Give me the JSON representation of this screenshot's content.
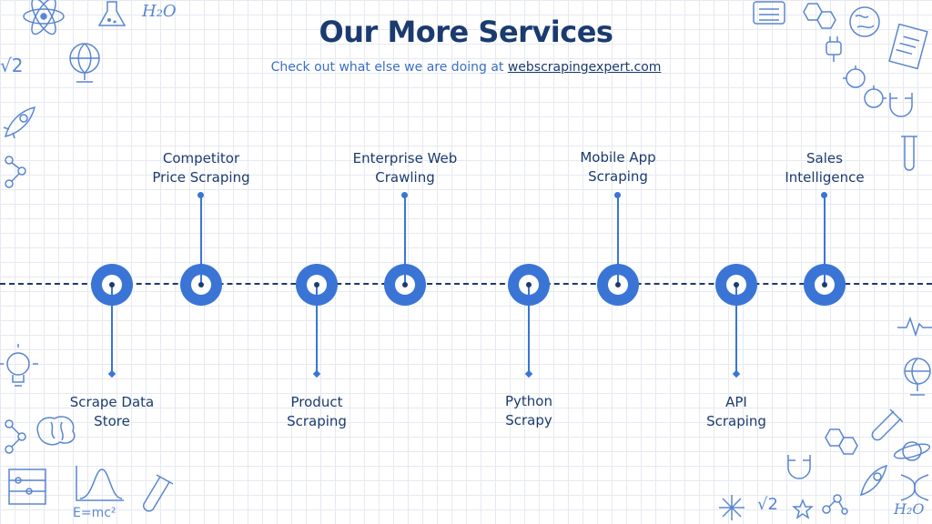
{
  "header": {
    "title": "Our More Services",
    "subtitle_prefix": "Check out what else we are doing at",
    "link_text": "webscrapingexpert.com"
  },
  "services_top": [
    {
      "line1": "Competitor",
      "line2": "Price Scraping"
    },
    {
      "line1": "Enterprise Web",
      "line2": "Crawling"
    },
    {
      "line1": "Mobile App",
      "line2": "Scraping"
    },
    {
      "line1": "Sales",
      "line2": "Intelligence"
    }
  ],
  "services_bottom": [
    {
      "line1": "Scrape Data",
      "line2": "Store"
    },
    {
      "line1": "Product",
      "line2": "Scraping"
    },
    {
      "line1": "Python",
      "line2": "Scrapy"
    },
    {
      "line1": "API",
      "line2": "Scraping"
    }
  ],
  "doodles": {
    "h2o_top": "H₂O",
    "sqrt2_left": "√2",
    "emc2": "E=mc²",
    "sqrt2_bottom": "√2",
    "h2o_bottom": "H₂O"
  },
  "colors": {
    "accent": "#3a75d6",
    "dark": "#1b3b6f",
    "grid": "#e6e9f0"
  }
}
